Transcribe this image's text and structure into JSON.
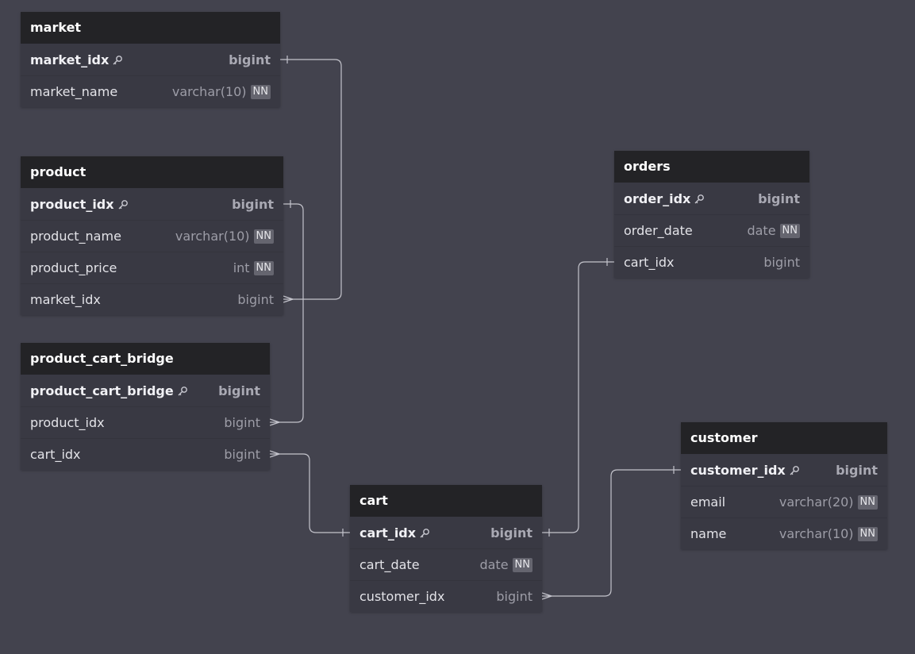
{
  "colors": {
    "background": "#43434e",
    "table_header": "#232326",
    "table_body": "#393943",
    "link": "#c4c4cc"
  },
  "tables": [
    {
      "id": "market",
      "name": "market",
      "columns": [
        {
          "name": "market_idx",
          "type": "bigint",
          "pk": true,
          "nn": false
        },
        {
          "name": "market_name",
          "type": "varchar(10)",
          "pk": false,
          "nn": true
        }
      ]
    },
    {
      "id": "product",
      "name": "product",
      "columns": [
        {
          "name": "product_idx",
          "type": "bigint",
          "pk": true,
          "nn": false
        },
        {
          "name": "product_name",
          "type": "varchar(10)",
          "pk": false,
          "nn": true
        },
        {
          "name": "product_price",
          "type": "int",
          "pk": false,
          "nn": true
        },
        {
          "name": "market_idx",
          "type": "bigint",
          "pk": false,
          "nn": false
        }
      ]
    },
    {
      "id": "product_cart_bridge",
      "name": "product_cart_bridge",
      "columns": [
        {
          "name": "product_cart_bridge",
          "type": "bigint",
          "pk": true,
          "nn": false
        },
        {
          "name": "product_idx",
          "type": "bigint",
          "pk": false,
          "nn": false
        },
        {
          "name": "cart_idx",
          "type": "bigint",
          "pk": false,
          "nn": false
        }
      ]
    },
    {
      "id": "orders",
      "name": "orders",
      "columns": [
        {
          "name": "order_idx",
          "type": "bigint",
          "pk": true,
          "nn": false
        },
        {
          "name": "order_date",
          "type": "date",
          "pk": false,
          "nn": true
        },
        {
          "name": "cart_idx",
          "type": "bigint",
          "pk": false,
          "nn": false
        }
      ]
    },
    {
      "id": "cart",
      "name": "cart",
      "columns": [
        {
          "name": "cart_idx",
          "type": "bigint",
          "pk": true,
          "nn": false
        },
        {
          "name": "cart_date",
          "type": "date",
          "pk": false,
          "nn": true
        },
        {
          "name": "customer_idx",
          "type": "bigint",
          "pk": false,
          "nn": false
        }
      ]
    },
    {
      "id": "customer",
      "name": "customer",
      "columns": [
        {
          "name": "customer_idx",
          "type": "bigint",
          "pk": true,
          "nn": false
        },
        {
          "name": "email",
          "type": "varchar(20)",
          "pk": false,
          "nn": true
        },
        {
          "name": "name",
          "type": "varchar(10)",
          "pk": false,
          "nn": true
        }
      ]
    }
  ],
  "nn_label": "NN",
  "relations": [
    {
      "from": "market.market_idx",
      "to": "product.market_idx",
      "cardinality": "one-to-many"
    },
    {
      "from": "product.product_idx",
      "to": "product_cart_bridge.product_idx",
      "cardinality": "one-to-many"
    },
    {
      "from": "cart.cart_idx",
      "to": "product_cart_bridge.cart_idx",
      "cardinality": "one-to-many"
    },
    {
      "from": "cart.cart_idx",
      "to": "orders.cart_idx",
      "cardinality": "one-to-one"
    },
    {
      "from": "customer.customer_idx",
      "to": "cart.customer_idx",
      "cardinality": "one-to-many"
    }
  ]
}
